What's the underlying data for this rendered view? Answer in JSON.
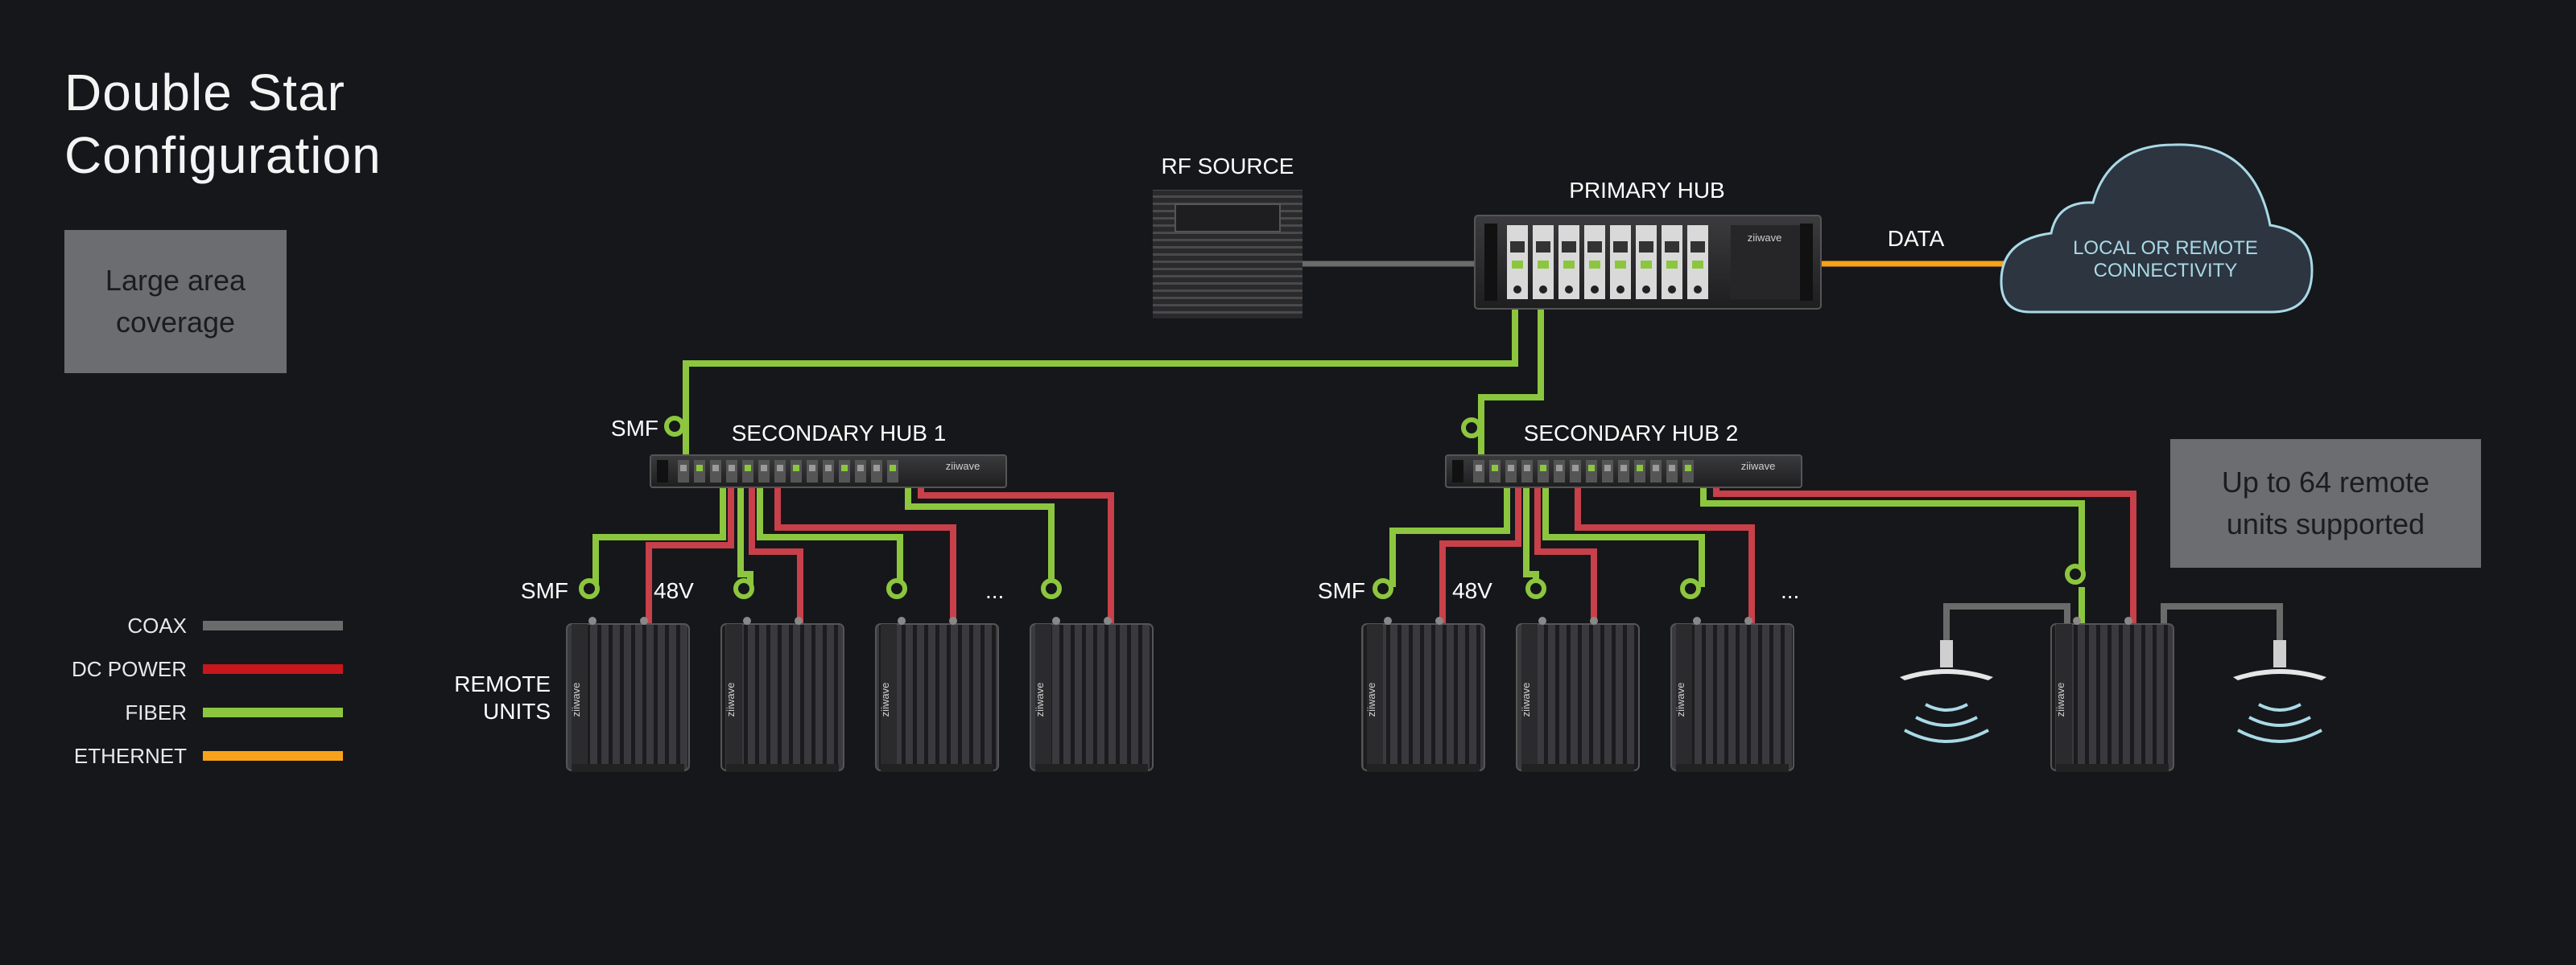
{
  "title": {
    "line1": "Double Star",
    "line2": "Configuration"
  },
  "callouts": {
    "coverage": [
      "Large area",
      "coverage"
    ],
    "capacity": [
      "Up to 64 remote",
      "units supported"
    ]
  },
  "labels": {
    "rf_source": "RF SOURCE",
    "primary_hub": "PRIMARY HUB",
    "data": "DATA",
    "cloud": [
      "LOCAL OR REMOTE",
      "CONNECTIVITY"
    ],
    "secondary_hub_1": "SECONDARY HUB 1",
    "secondary_hub_2": "SECONDARY HUB 2",
    "smf": "SMF",
    "v48": "48V",
    "ellipsis": "...",
    "remote_units": [
      "REMOTE",
      "UNITS"
    ],
    "brand": "ziiwave"
  },
  "legend": [
    {
      "label": "COAX",
      "color": "#6b6b6b"
    },
    {
      "label": "DC POWER",
      "color": "#c8161d"
    },
    {
      "label": "FIBER",
      "color": "#8cc63f"
    },
    {
      "label": "ETHERNET",
      "color": "#f7a21b"
    }
  ],
  "colors": {
    "background": "#16171a",
    "fiber": "#8cc63f",
    "power": "#c8404a",
    "coax": "#6b6b6b",
    "ethernet": "#f7a21b",
    "callout": "#6c6d70",
    "cloud_fill": "#2c3540",
    "cloud_stroke": "#a9d9e6"
  }
}
